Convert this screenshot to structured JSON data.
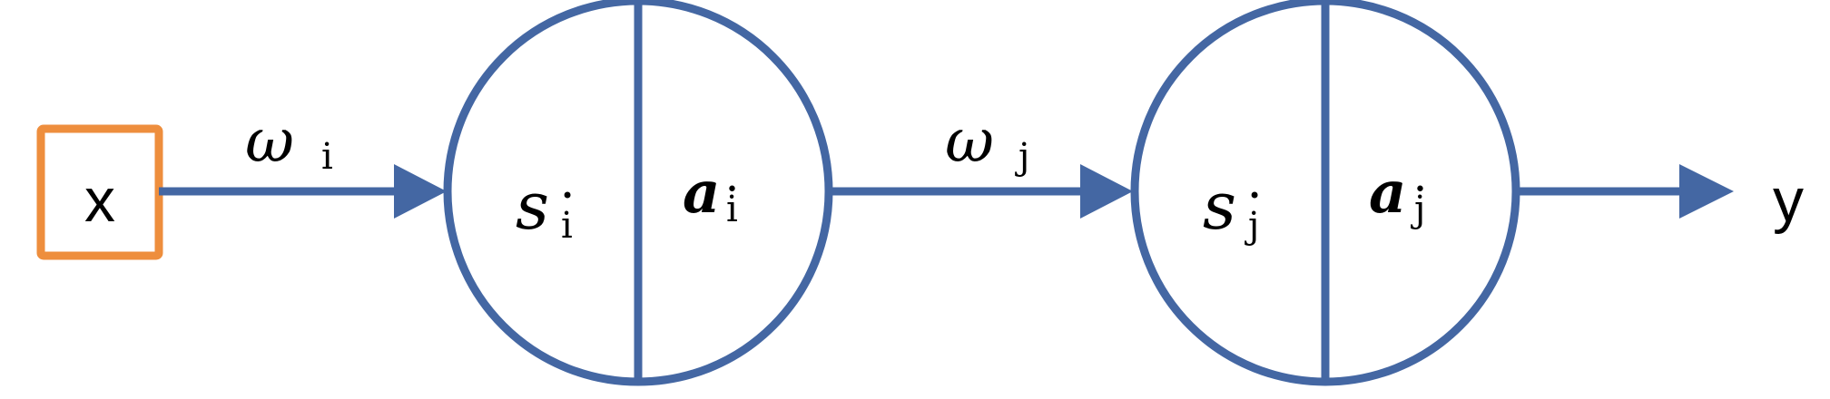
{
  "colors": {
    "neuron": "#4467A3",
    "input": "#EE8E3D",
    "text": "#000000"
  },
  "input": {
    "label": "x"
  },
  "output": {
    "label": "y"
  },
  "weights": [
    {
      "symbol": "ω",
      "subscript": "i"
    },
    {
      "symbol": "ω",
      "subscript": "j"
    }
  ],
  "neurons": [
    {
      "left": {
        "symbol": "s",
        "superscript": "•",
        "subscript": "i"
      },
      "right": {
        "symbol": "a",
        "superscript": "•",
        "subscript": "i"
      }
    },
    {
      "left": {
        "symbol": "s",
        "superscript": "•",
        "subscript": "j"
      },
      "right": {
        "symbol": "a",
        "superscript": "•",
        "subscript": "j"
      }
    }
  ]
}
